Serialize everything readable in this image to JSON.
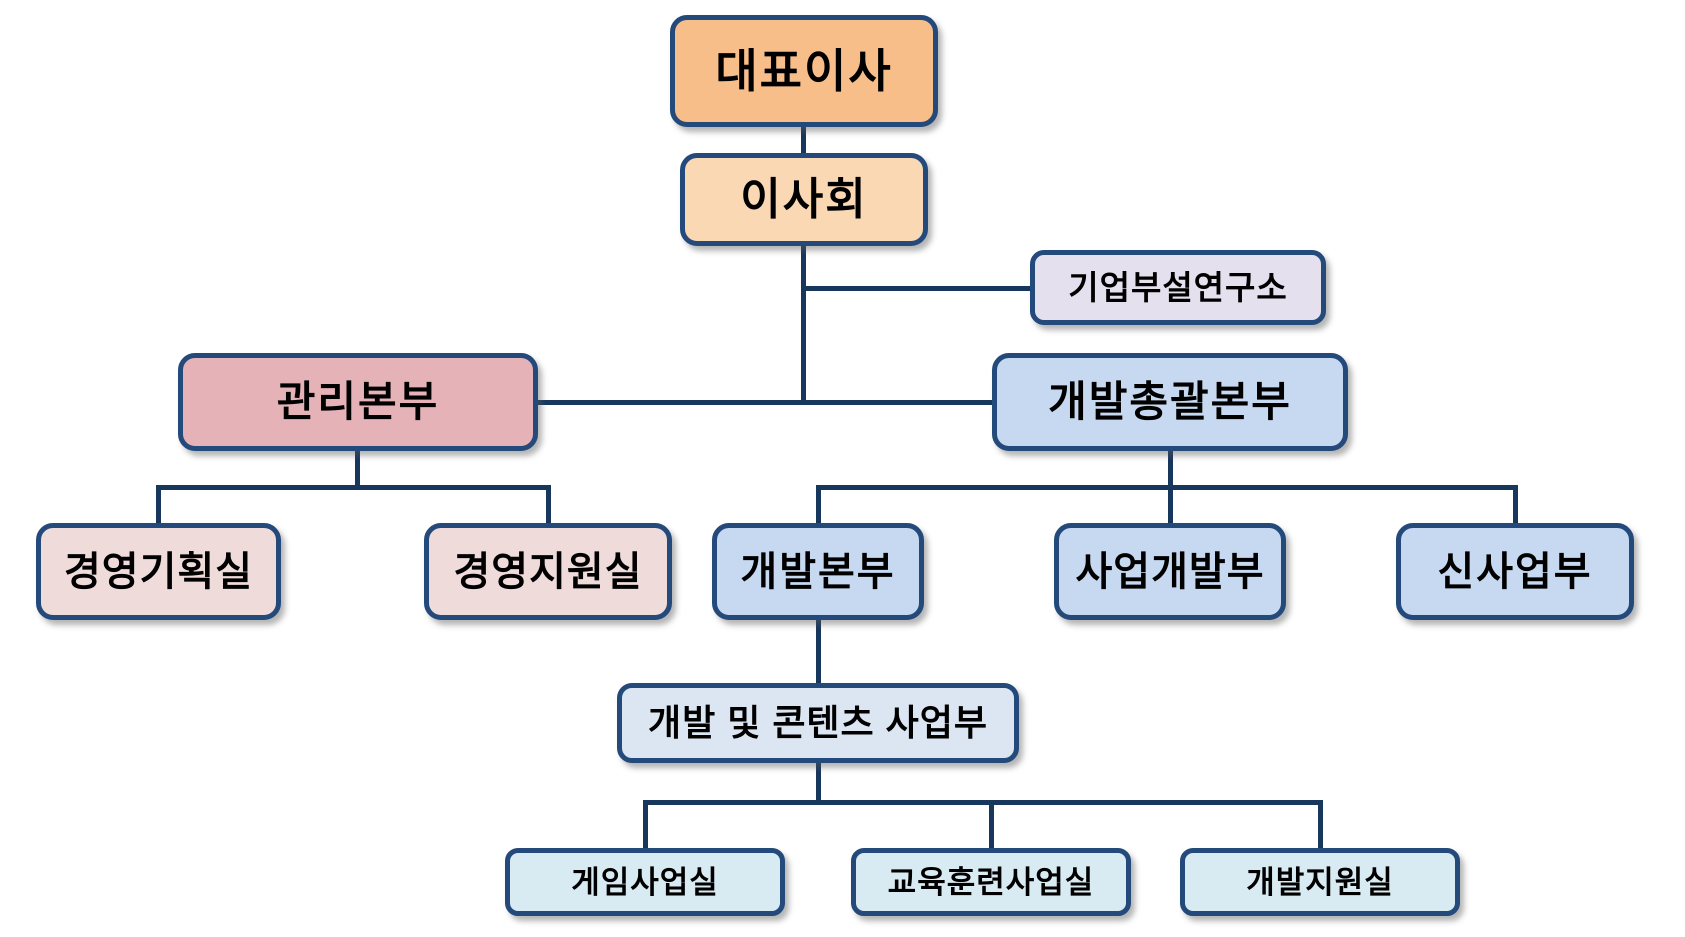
{
  "colors": {
    "connector": "#17375D",
    "node_border": "#24497B",
    "text": "#000000"
  },
  "nodes": {
    "ceo": {
      "label": "대표이사",
      "fill": "#F8BE8A"
    },
    "board": {
      "label": "이사회",
      "fill": "#FBD8B4"
    },
    "research": {
      "label": "기업부설연구소",
      "fill": "#E5E0EE"
    },
    "management": {
      "label": "관리본부",
      "fill": "#E5B3B7"
    },
    "dev_general": {
      "label": "개발총괄본부",
      "fill": "#C6D9F0"
    },
    "planning": {
      "label": "경영기획실",
      "fill": "#F0DBDB"
    },
    "support": {
      "label": "경영지원실",
      "fill": "#F0DBDB"
    },
    "dev_hq": {
      "label": "개발본부",
      "fill": "#C6D9F0"
    },
    "biz_dev": {
      "label": "사업개발부",
      "fill": "#C6D9F0"
    },
    "new_biz": {
      "label": "신사업부",
      "fill": "#C6D9F0"
    },
    "dev_content": {
      "label": "개발 및 콘텐츠 사업부",
      "fill": "#DCE6F2"
    },
    "game": {
      "label": "게임사업실",
      "fill": "#D9EBF2"
    },
    "edu": {
      "label": "교육훈련사업실",
      "fill": "#D9EBF2"
    },
    "dev_support": {
      "label": "개발지원실",
      "fill": "#D9EBF2"
    }
  },
  "edges": [
    {
      "from": "ceo",
      "to": "board"
    },
    {
      "from": "board",
      "to": "research"
    },
    {
      "from": "board",
      "to": "management"
    },
    {
      "from": "board",
      "to": "dev_general"
    },
    {
      "from": "management",
      "to": "planning"
    },
    {
      "from": "management",
      "to": "support"
    },
    {
      "from": "dev_general",
      "to": "dev_hq"
    },
    {
      "from": "dev_general",
      "to": "biz_dev"
    },
    {
      "from": "dev_general",
      "to": "new_biz"
    },
    {
      "from": "dev_hq",
      "to": "dev_content"
    },
    {
      "from": "dev_content",
      "to": "game"
    },
    {
      "from": "dev_content",
      "to": "edu"
    },
    {
      "from": "dev_content",
      "to": "dev_support"
    }
  ]
}
